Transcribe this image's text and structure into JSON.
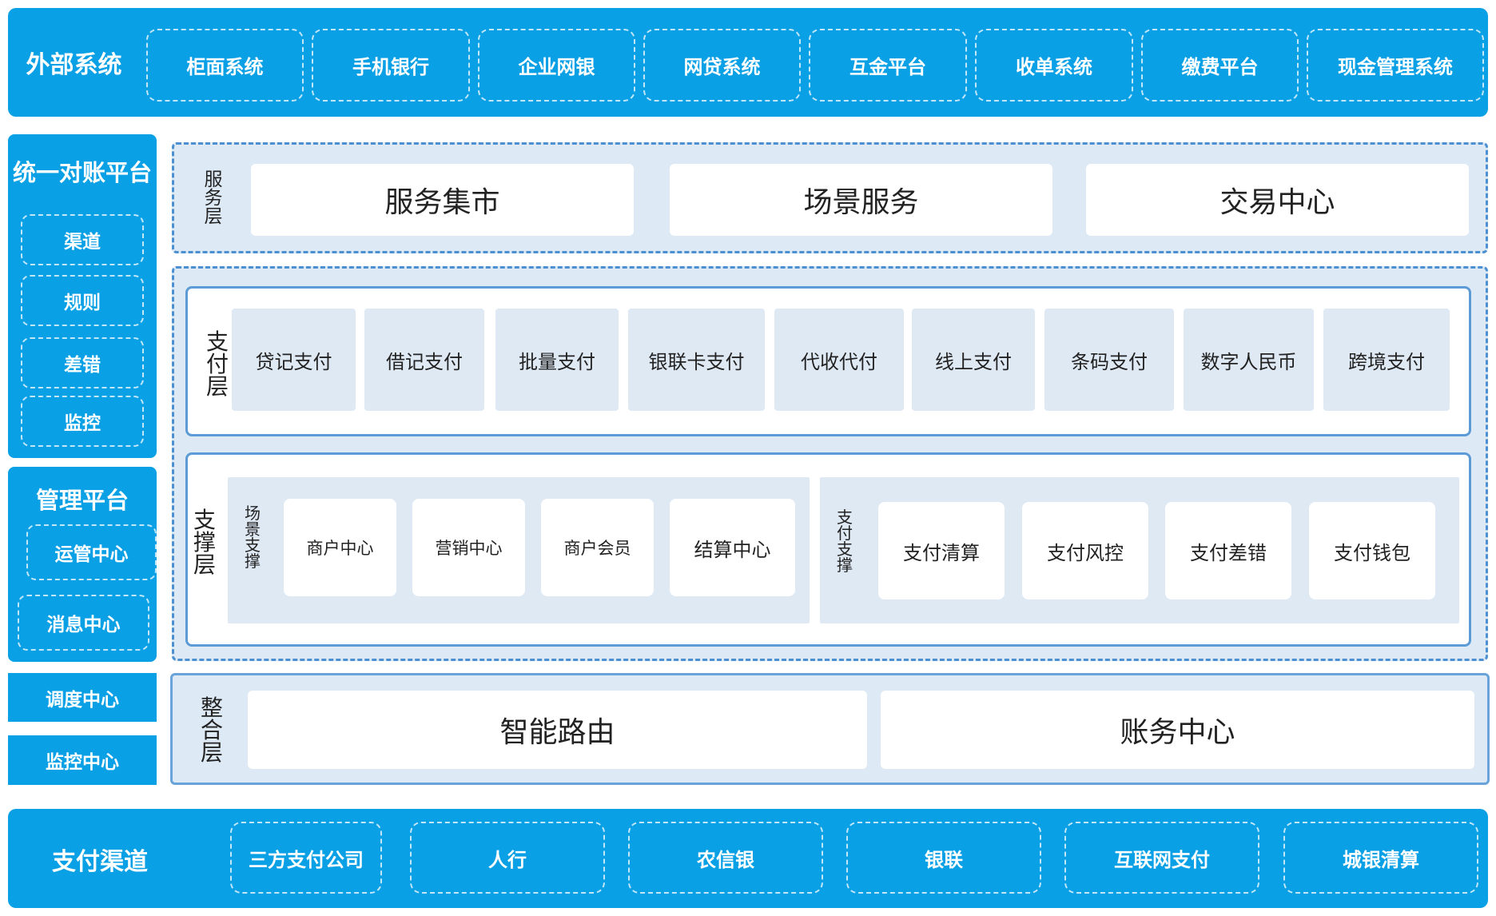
{
  "external": {
    "title": "外部系统",
    "items": [
      "柜面系统",
      "手机银行",
      "企业网银",
      "网贷系统",
      "互金平台",
      "收单系统",
      "缴费平台",
      "现金管理系统"
    ]
  },
  "left": {
    "reconcile": {
      "title": "统一对账平台",
      "items": [
        "渠道",
        "规则",
        "差错",
        "监控"
      ]
    },
    "manage": {
      "title": "管理平台",
      "items": [
        "运管中心",
        "消息中心"
      ]
    },
    "schedule": "调度中心",
    "monitor": "监控中心"
  },
  "service_layer": {
    "label": "服务层",
    "items": [
      "服务集市",
      "场景服务",
      "交易中心"
    ]
  },
  "payment_layer": {
    "label": "支付层",
    "items": [
      "贷记支付",
      "借记支付",
      "批量支付",
      "银联卡支付",
      "代收代付",
      "线上支付",
      "条码支付",
      "数字人民币",
      "跨境支付"
    ]
  },
  "support_layer": {
    "label": "支撑层",
    "scene": {
      "label": "场景支撑",
      "items": [
        "商户中心",
        "营销中心",
        "商户会员",
        "结算中心"
      ]
    },
    "payment": {
      "label": "支付支撑",
      "items": [
        "支付清算",
        "支付风控",
        "支付差错",
        "支付钱包"
      ]
    }
  },
  "integration_layer": {
    "label": "整合层",
    "items": [
      "智能路由",
      "账务中心"
    ]
  },
  "channels": {
    "title": "支付渠道",
    "items": [
      "三方支付公司",
      "人行",
      "农信银",
      "银联",
      "互联网支付",
      "城银清算"
    ]
  },
  "colors": {
    "primary": "#0aa0e6",
    "panel_bg": "#dde9f5",
    "panel_border": "#4d90d2"
  }
}
